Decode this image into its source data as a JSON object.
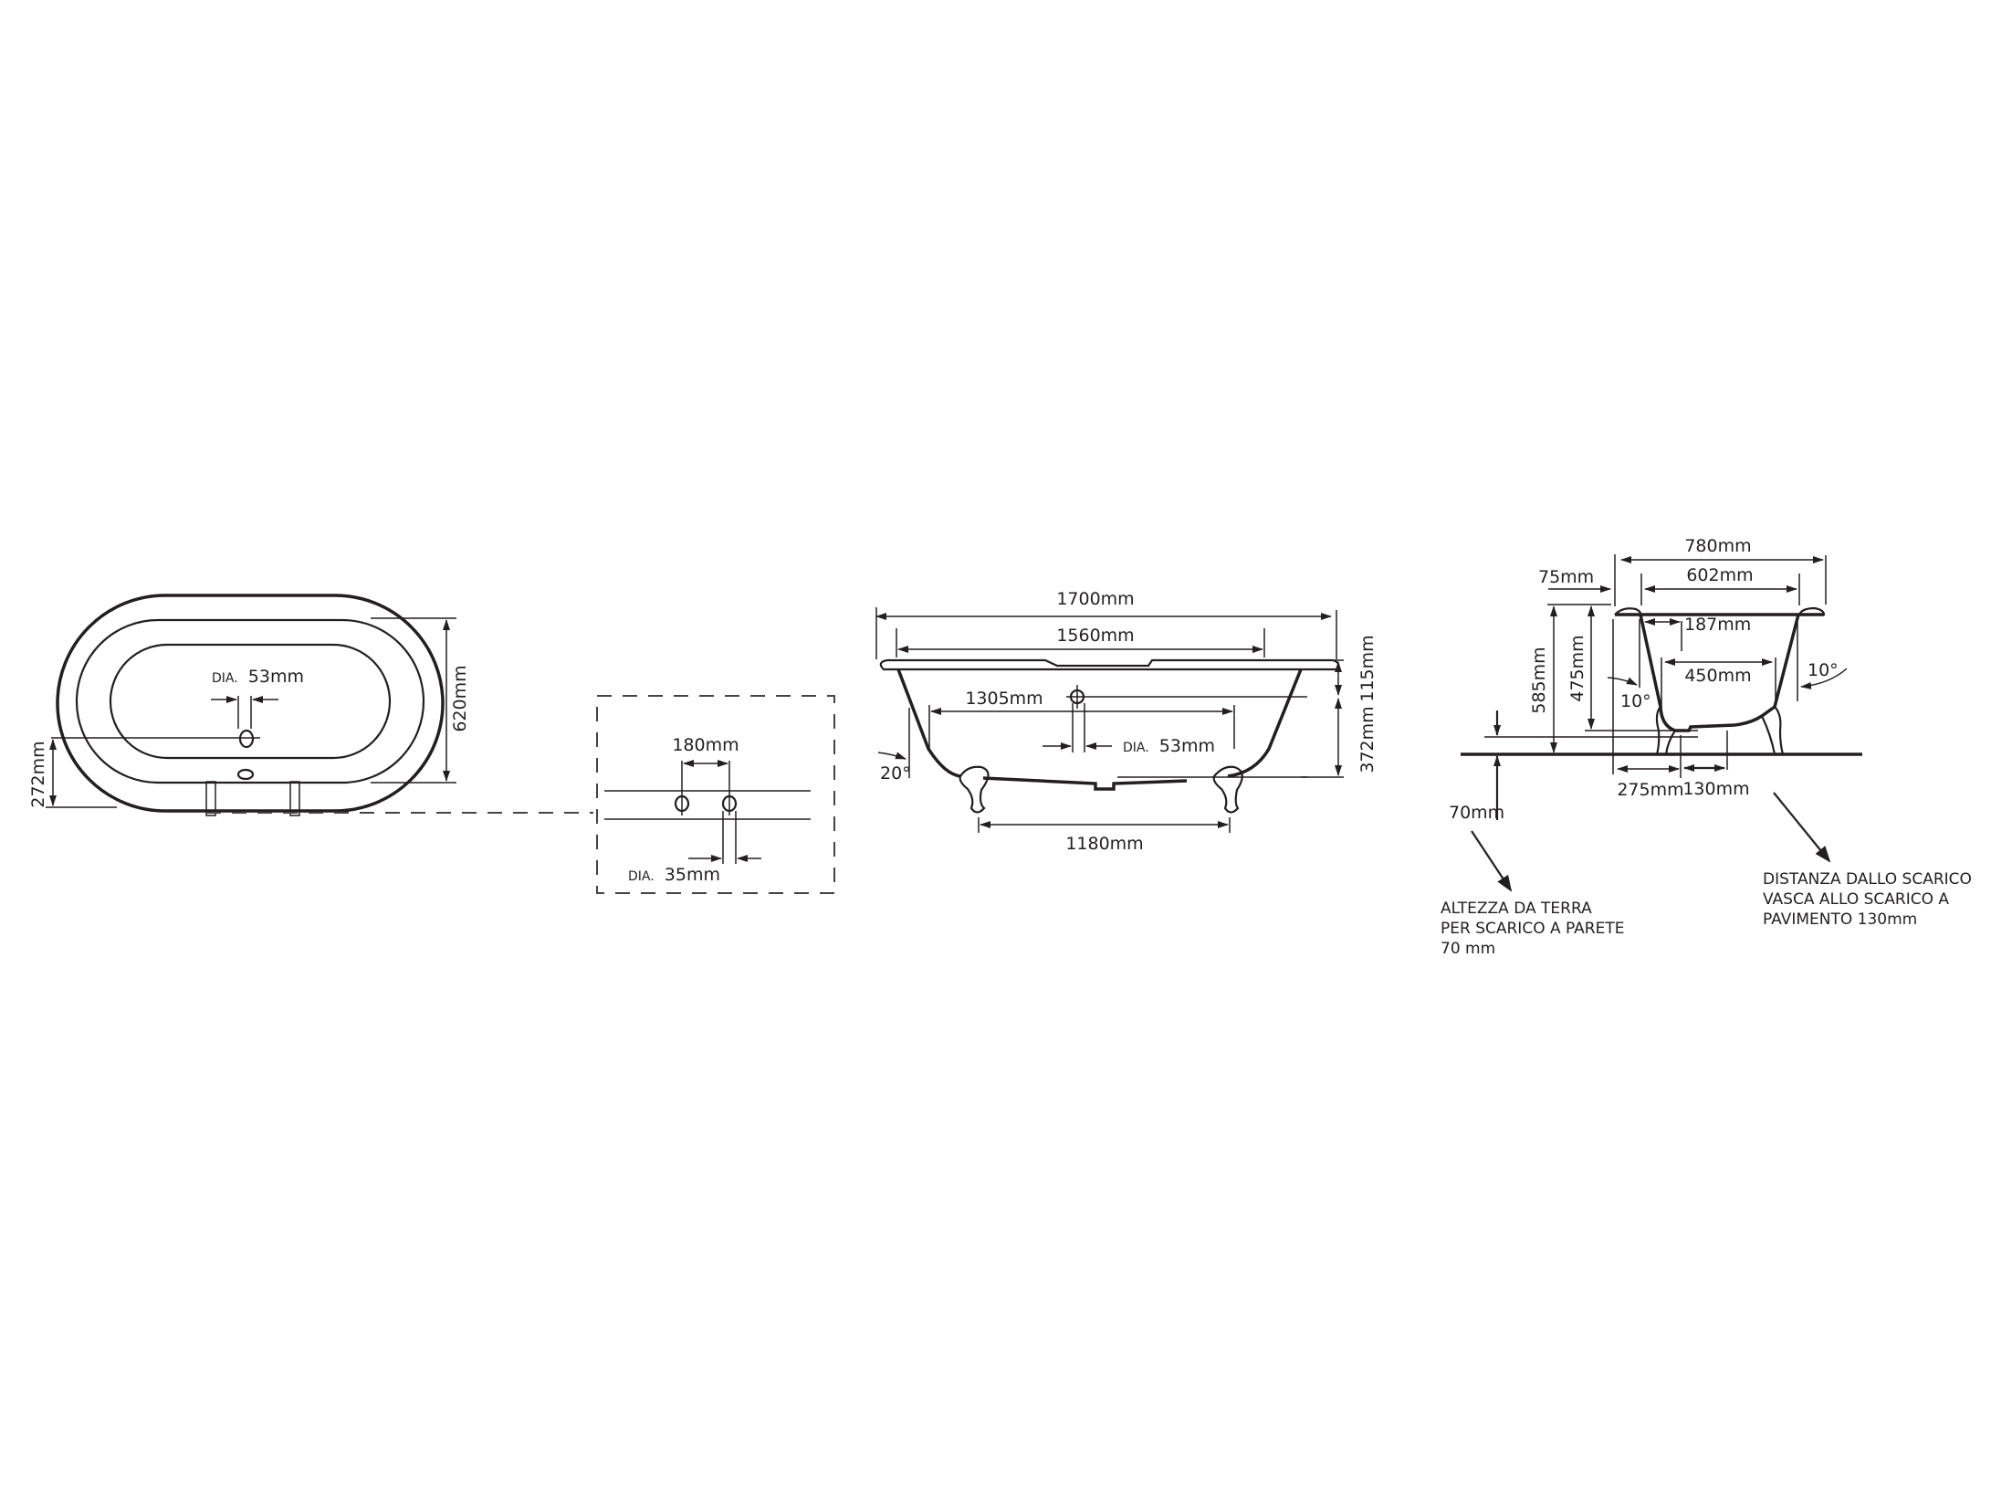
{
  "drawing": {
    "subject": "Clawfoot freestanding bathtub dimensional drawing",
    "colors": {
      "line": "#231f20",
      "background": "#ffffff"
    }
  },
  "top_view": {
    "outlet_dia_prefix": "DIA.",
    "outlet_dia_value": "53mm",
    "width": "620mm",
    "outlet_offset": "272mm"
  },
  "tap_detail": {
    "tap_spacing": "180mm",
    "tap_dia_prefix": "DIA.",
    "tap_dia_value": "35mm"
  },
  "side_view": {
    "overall_length": "1700mm",
    "inner_length": "1560mm",
    "bottom_length": "1305mm",
    "outlet_dia_prefix": "DIA.",
    "outlet_dia_value": "53mm",
    "rim_to_overflow": "115mm",
    "overflow_to_floor": "372mm",
    "feet_spacing": "1180mm",
    "wall_angle": "20°"
  },
  "end_view": {
    "overall_width": "780mm",
    "inner_width": "602mm",
    "rim_lip": "75mm",
    "rim_to_slope": "187mm",
    "bottom_width": "450mm",
    "total_height": "585mm",
    "inner_depth": "475mm",
    "left_angle": "10°",
    "right_angle": "10°",
    "waste_offset": "275mm",
    "waste_distance": "130mm",
    "floor_clearance": "70mm"
  },
  "notes": {
    "wall_waste": [
      "ALTEZZA DA TERRA",
      "PER SCARICO A PARETE",
      "70 mm"
    ],
    "floor_waste": [
      "DISTANZA DALLO SCARICO",
      "VASCA ALLO  SCARICO A",
      "PAVIMENTO 130mm"
    ]
  }
}
